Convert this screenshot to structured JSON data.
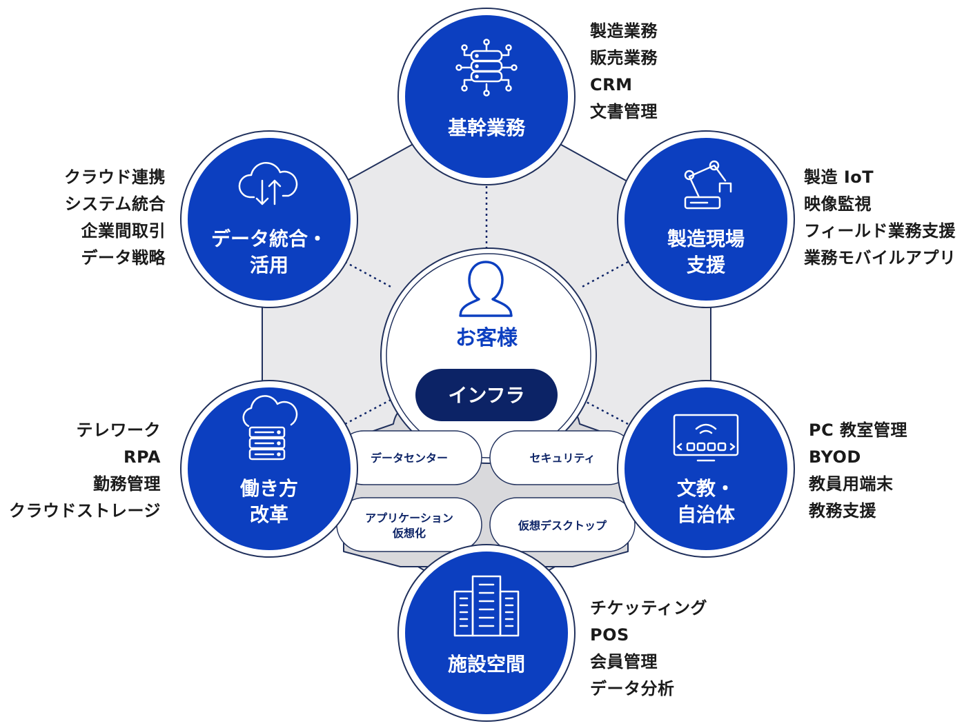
{
  "center": {
    "label": "お客様",
    "icon": "user-icon"
  },
  "infra": {
    "label": "インフラ",
    "items": [
      "データセンター",
      "セキュリティ",
      "アプリケーション\n仮想化",
      "仮想デスクトップ"
    ]
  },
  "nodes": [
    {
      "id": "core",
      "title": [
        "基幹業務"
      ],
      "icon": "database-icon",
      "items": [
        "製造業務",
        "販売業務",
        "CRM",
        "文書管理"
      ]
    },
    {
      "id": "factory",
      "title": [
        "製造現場",
        "支援"
      ],
      "icon": "robot-arm-icon",
      "items": [
        "製造 IoT",
        "映像監視",
        "フィールド業務支援",
        "業務モバイルアプリ"
      ]
    },
    {
      "id": "education",
      "title": [
        "文教・",
        "自治体"
      ],
      "icon": "display-wifi-icon",
      "items": [
        "PC 教室管理",
        "BYOD",
        "教員用端末",
        "教務支援"
      ]
    },
    {
      "id": "facility",
      "title": [
        "施設空間"
      ],
      "icon": "building-icon",
      "items": [
        "チケッティング",
        "POS",
        "会員管理",
        "データ分析"
      ]
    },
    {
      "id": "workstyle",
      "title": [
        "働き方",
        "改革"
      ],
      "icon": "cloud-server-icon",
      "items": [
        "テレワーク",
        "RPA",
        "勤務管理",
        "クラウドストレージ"
      ]
    },
    {
      "id": "data",
      "title": [
        "データ統合・",
        "活用"
      ],
      "icon": "cloud-sync-icon",
      "items": [
        "クラウド連携",
        "システム統合",
        "企業間取引",
        "データ戦略"
      ]
    }
  ],
  "colors": {
    "primary": "#0c3fc0",
    "navy": "#0c2366",
    "ring": "#e8e8ea",
    "outline": "#20305c"
  }
}
